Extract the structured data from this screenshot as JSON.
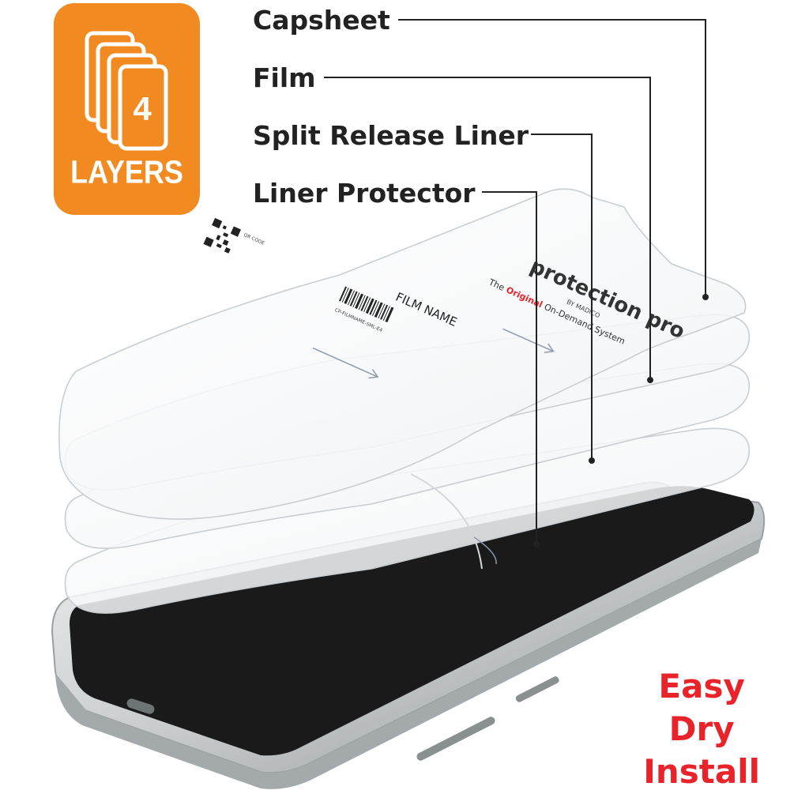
{
  "badge": {
    "count": "4",
    "label": "LAYERS",
    "color": "#f28a22"
  },
  "layers": [
    {
      "label": "Capsheet"
    },
    {
      "label": "Film"
    },
    {
      "label": "Split Release Liner"
    },
    {
      "label": "Liner Protector"
    }
  ],
  "sheet": {
    "brand": "protection pro",
    "brand_sub": "BY MADICO",
    "tagline_pre": "The ",
    "tagline_highlight": "Original",
    "tagline_post": " On-Demand System",
    "film_name": "FILM NAME",
    "qr_label": "QR CODE",
    "sku": "CP-FILMNAME-SML-E4"
  },
  "tagline": [
    "Easy",
    "Dry",
    "Install"
  ],
  "colors": {
    "accent_red": "#e8232a",
    "badge_orange": "#f28a22",
    "callout_text": "#222222"
  }
}
